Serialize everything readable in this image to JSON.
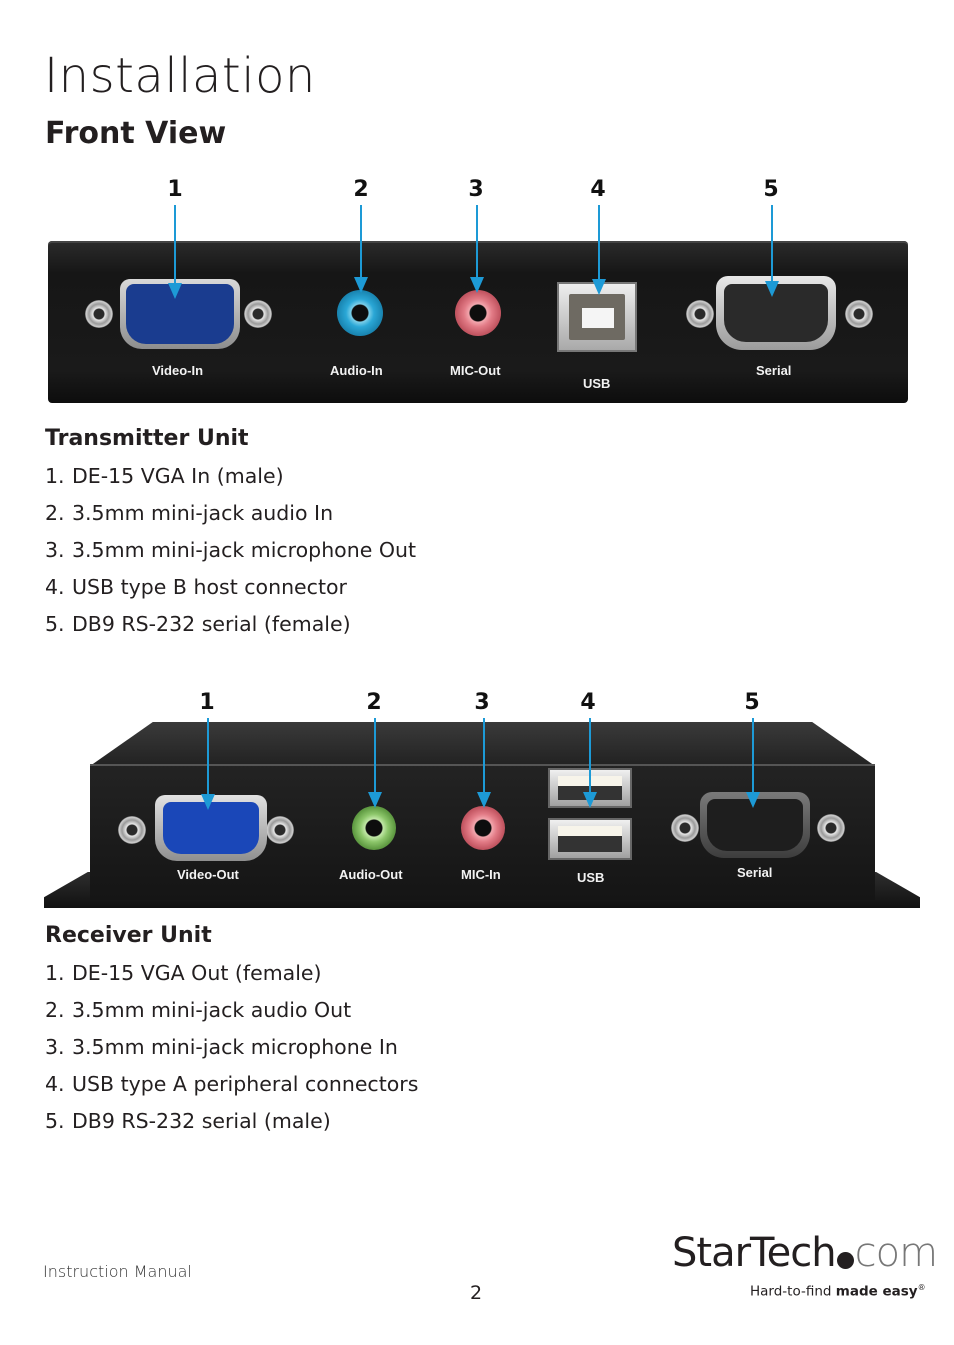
{
  "page": {
    "title": "Installation",
    "section": "Front View"
  },
  "transmitter": {
    "heading": "Transmitter Unit",
    "callouts": [
      "1",
      "2",
      "3",
      "4",
      "5"
    ],
    "panel_labels": [
      "Video-In",
      "Audio-In",
      "MIC-Out",
      "USB",
      "Serial"
    ],
    "items": [
      {
        "num": "1.",
        "text": "DE-15 VGA In (male)"
      },
      {
        "num": "2.",
        "text": "3.5mm mini-jack audio In"
      },
      {
        "num": "3.",
        "text": "3.5mm mini-jack microphone Out"
      },
      {
        "num": "4.",
        "text": "USB type B host connector"
      },
      {
        "num": "5.",
        "text": "DB9 RS-232 serial (female)"
      }
    ]
  },
  "receiver": {
    "heading": "Receiver Unit",
    "callouts": [
      "1",
      "2",
      "3",
      "4",
      "5"
    ],
    "panel_labels": [
      "Video-Out",
      "Audio-Out",
      "MIC-In",
      "USB",
      "Serial"
    ],
    "items": [
      {
        "num": "1.",
        "text": "DE-15 VGA Out (female)"
      },
      {
        "num": "2.",
        "text": "3.5mm mini-jack audio Out"
      },
      {
        "num": "3.",
        "text": "3.5mm mini-jack microphone In"
      },
      {
        "num": "4.",
        "text": "USB type A peripheral connectors"
      },
      {
        "num": "5.",
        "text": "DB9 RS-232 serial (male)"
      }
    ]
  },
  "footer": {
    "manual": "Instruction Manual",
    "page_number": "2",
    "logo_star": "StarTech",
    "logo_com": "com",
    "logo_tagline_a": "Hard-to-find ",
    "logo_tagline_b": "made easy",
    "logo_reg": "®"
  },
  "colors": {
    "arrow": "#1d9ad6",
    "vga_blue": "#1a3c8f",
    "audio_blue": "#2aa7d6",
    "mic_pink": "#e27b86",
    "audio_green": "#8cc66a",
    "panel": "#1c1c1c"
  }
}
